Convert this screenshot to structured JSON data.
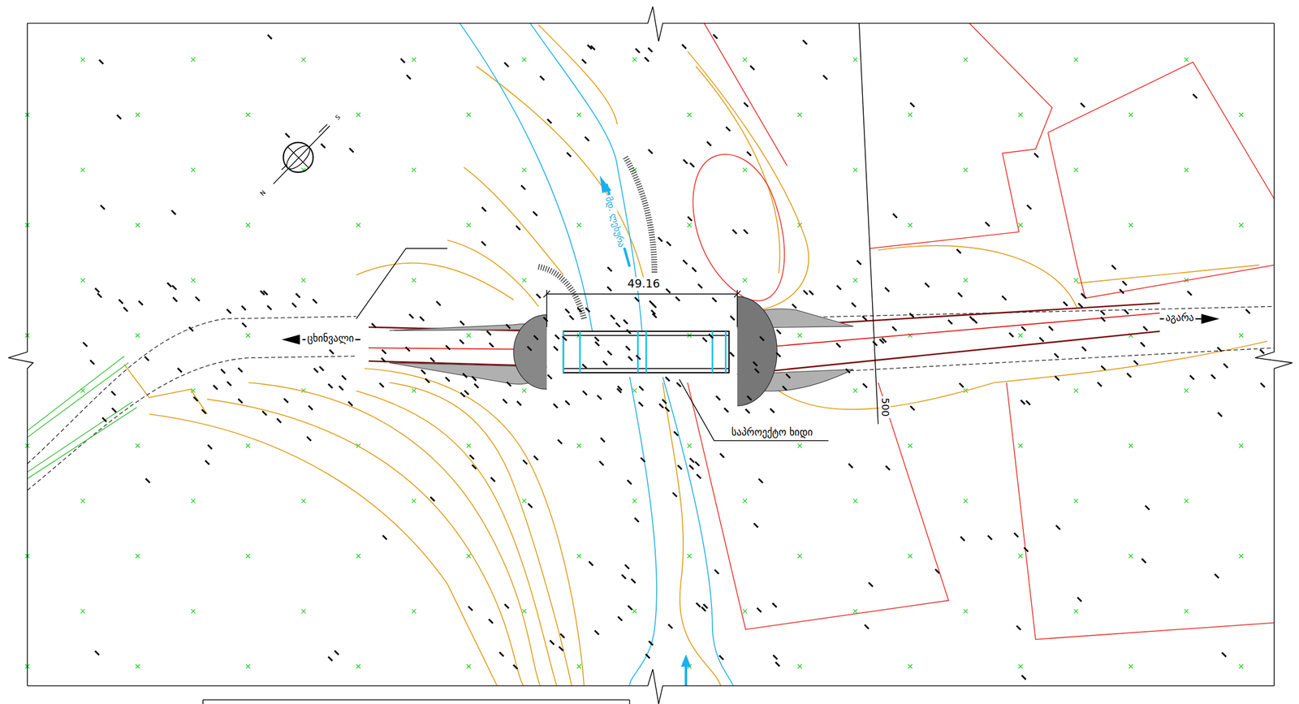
{
  "diagram": {
    "labels": [
      "49.16",
      "ცხინვალი",
      "აგარა",
      "საპროექტო ხიდი",
      "500",
      "მდ. ლეხურა",
      "N",
      "S"
    ]
  }
}
